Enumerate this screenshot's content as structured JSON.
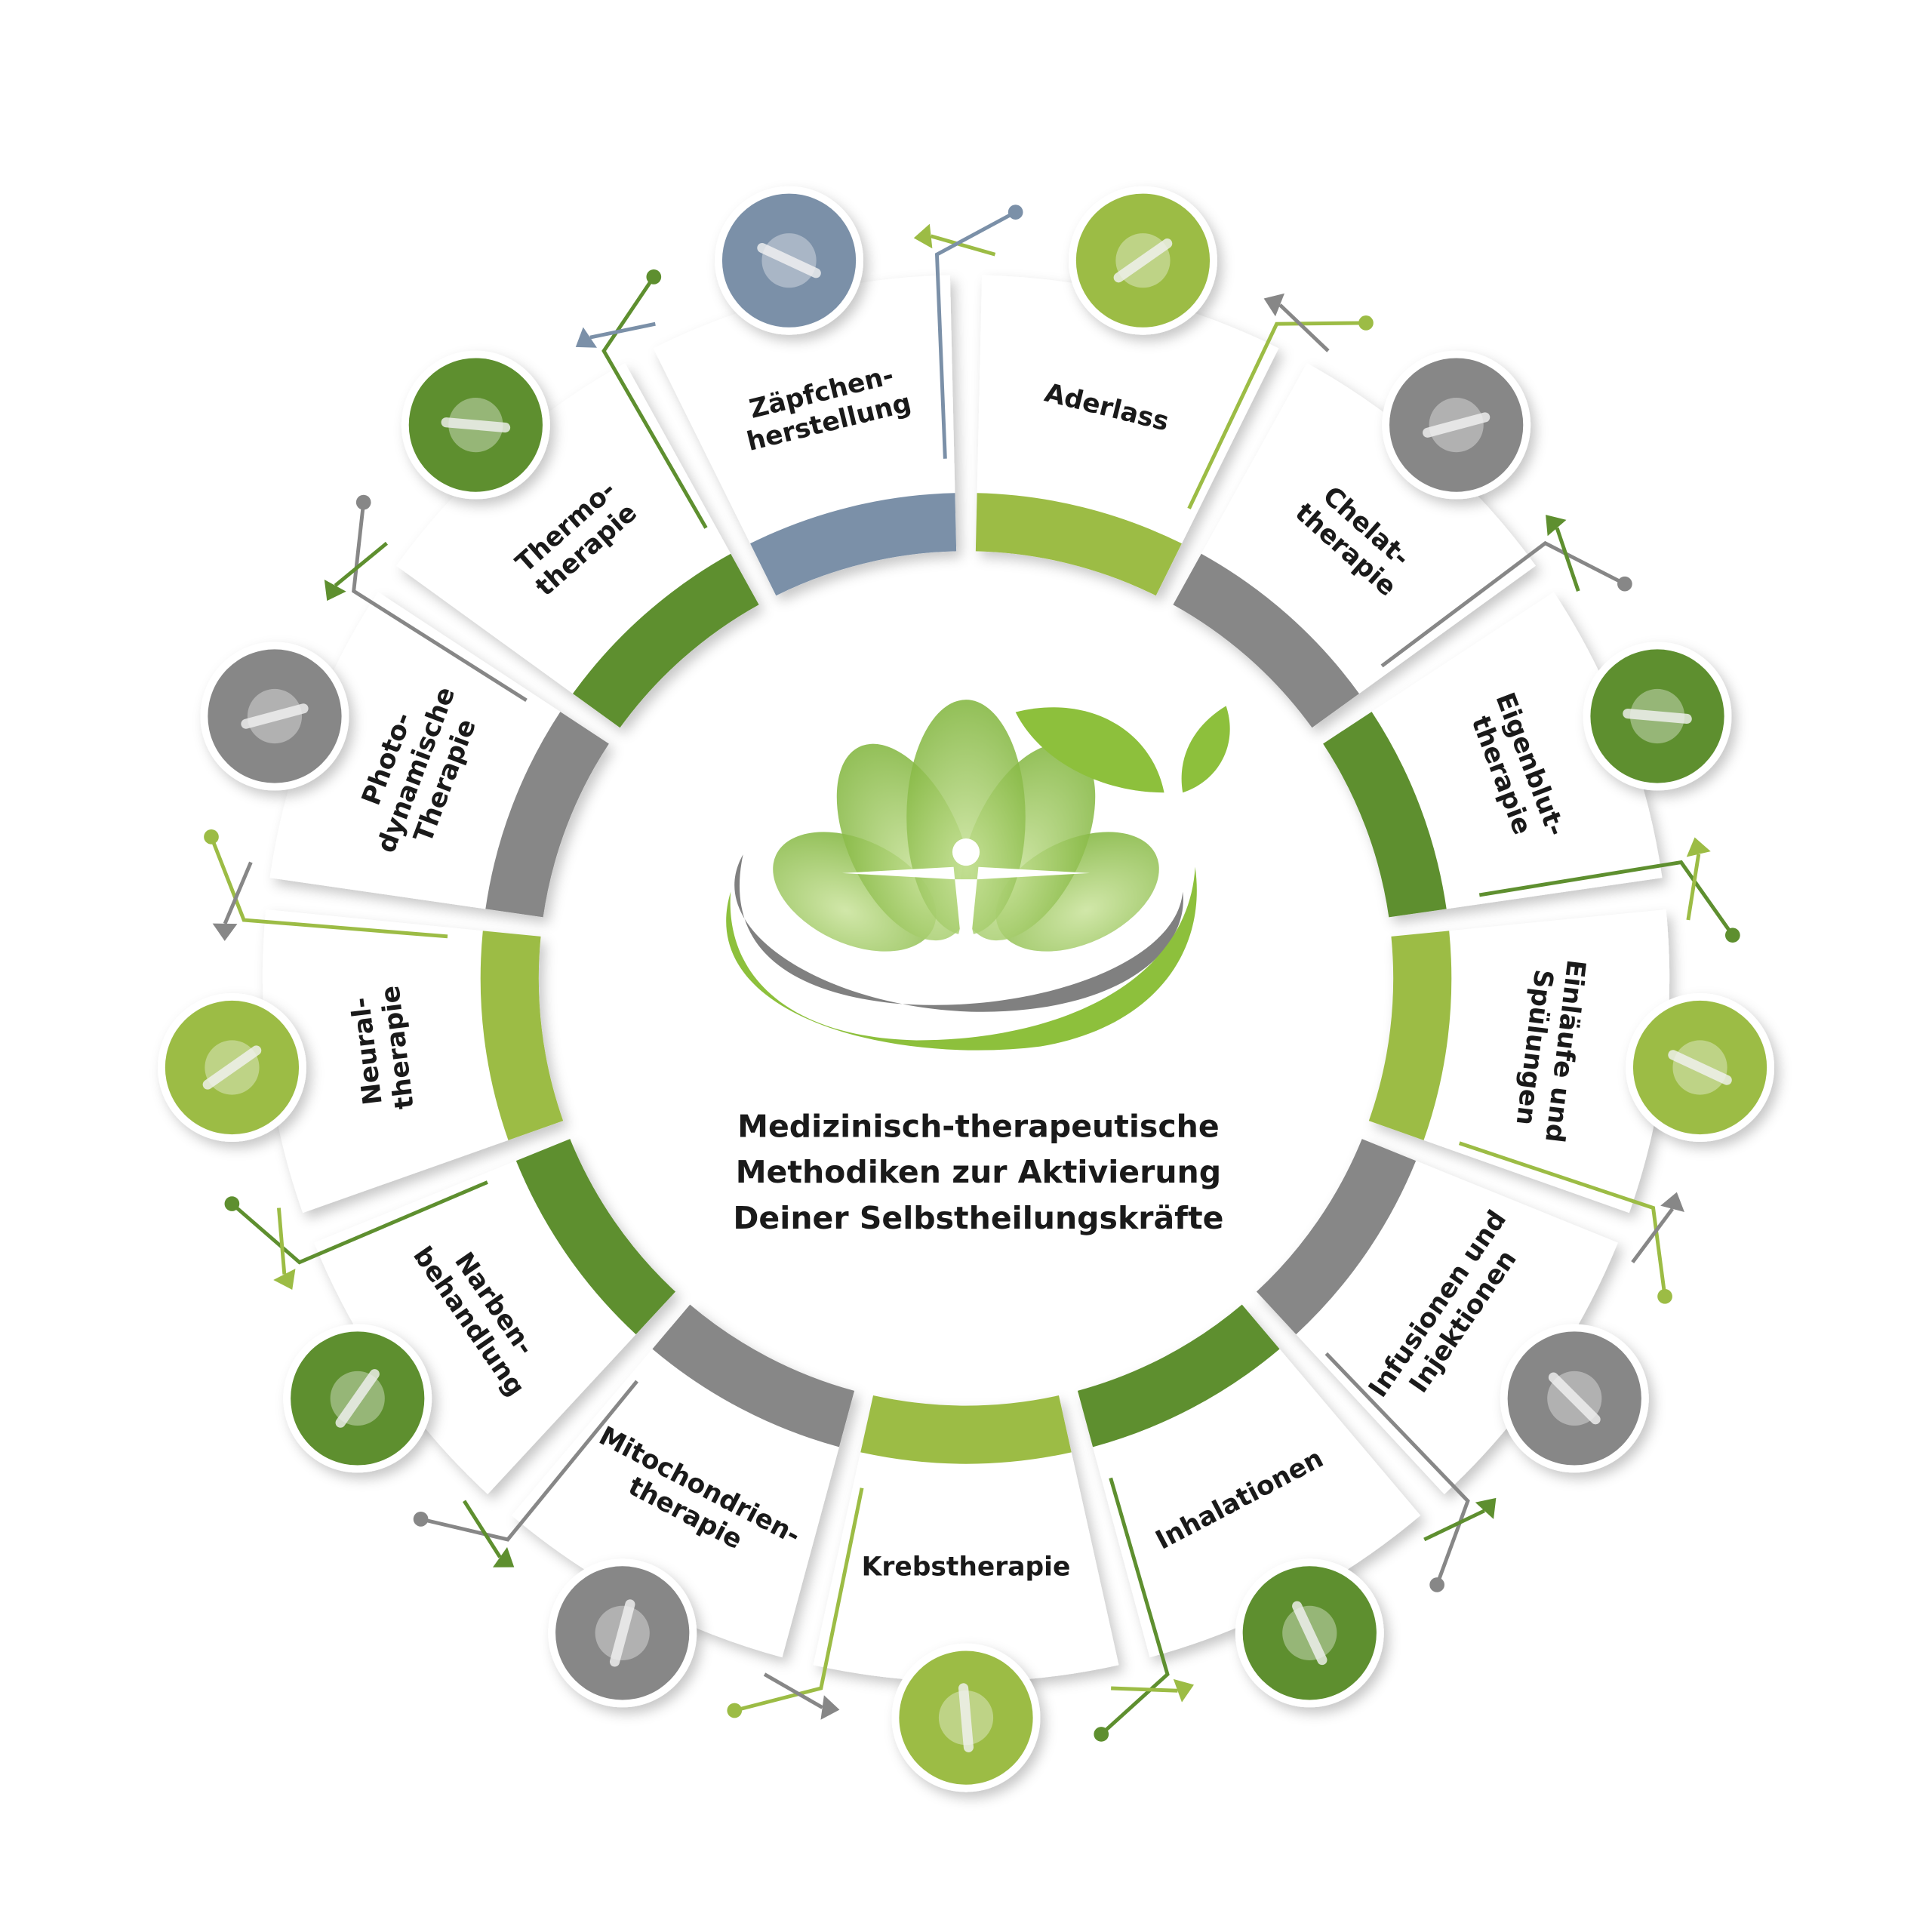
{
  "title": {
    "lines": [
      "Medizinisch-therapeutische",
      "Methodiken zur Aktivierung",
      "Deiner Selbstheilungskräfte"
    ]
  },
  "colors": {
    "dark_green": "#5e8f2f",
    "light_green": "#9cbc45",
    "gray": "#878787",
    "blue_gray": "#7b90a8"
  },
  "segments": [
    {
      "lines": [
        "Aderlass"
      ],
      "color": "light_green",
      "icon": "bloodletting-arm-icon"
    },
    {
      "lines": [
        "Chelat-",
        "therapie"
      ],
      "color": "gray",
      "icon": "magnet-artery-icon"
    },
    {
      "lines": [
        "Eigenblut-",
        "therapie"
      ],
      "color": "dark_green",
      "icon": "blood-syringe-icon"
    },
    {
      "lines": [
        "Einläufe und",
        "Spülungen"
      ],
      "color": "light_green",
      "icon": "enema-bag-icon"
    },
    {
      "lines": [
        "Infusionen und",
        "Injektionen"
      ],
      "color": "gray",
      "icon": "infusion-drip-icon"
    },
    {
      "lines": [
        "Inhalationen"
      ],
      "color": "dark_green",
      "icon": "nebulizer-icon"
    },
    {
      "lines": [
        "Krebstherapie"
      ],
      "color": "light_green",
      "icon": "cancer-cell-icon"
    },
    {
      "lines": [
        "Mitochondrien-",
        "therapie"
      ],
      "color": "gray",
      "icon": "mitochondrion-icon"
    },
    {
      "lines": [
        "Narben-",
        "behandlung"
      ],
      "color": "dark_green",
      "icon": "scar-skin-icon"
    },
    {
      "lines": [
        "Neural-",
        "therapie"
      ],
      "color": "light_green",
      "icon": "ampoule-syringe-icon"
    },
    {
      "lines": [
        "Photo-",
        "dynamische",
        "Therapie"
      ],
      "color": "gray",
      "icon": "skin-laser-icon"
    },
    {
      "lines": [
        "Thermo-",
        "therapie"
      ],
      "color": "dark_green",
      "icon": "hot-stone-massage-icon"
    },
    {
      "lines": [
        "Zäpfchen-",
        "herstellung"
      ],
      "color": "blue_gray",
      "icon": "suppository-mold-icon"
    }
  ]
}
